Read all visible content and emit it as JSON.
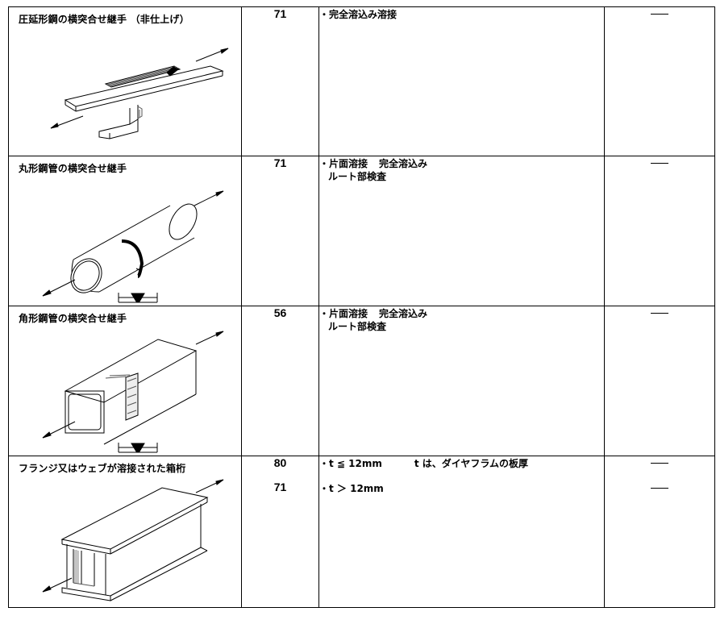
{
  "rows": [
    {
      "title": "圧延形鋼の横突合せ継手 （非仕上げ）",
      "categories": [
        "71"
      ],
      "notes": [
        [
          "・完全溶込み溶接"
        ]
      ],
      "remarks": [
        "—"
      ]
    },
    {
      "title": "丸形鋼管の横突合せ継手",
      "categories": [
        "71"
      ],
      "notes": [
        [
          "・片面溶接",
          "完全溶込み"
        ],
        [
          "ルート部検査"
        ]
      ],
      "remarks": [
        "—"
      ]
    },
    {
      "title": "角形鋼管の横突合せ継手",
      "categories": [
        "56"
      ],
      "notes": [
        [
          "・片面溶接",
          "完全溶込み"
        ],
        [
          "ルート部検査"
        ]
      ],
      "remarks": [
        "—"
      ]
    },
    {
      "title": "フランジ又はウェブが溶接された箱桁",
      "categories": [
        "80",
        "71"
      ],
      "notes": [
        [
          "・t ≦ 12mm",
          "t は、ダイヤフラムの板厚"
        ],
        [
          "・t ＞ 12mm"
        ]
      ],
      "remarks": [
        "—",
        "—"
      ]
    }
  ]
}
